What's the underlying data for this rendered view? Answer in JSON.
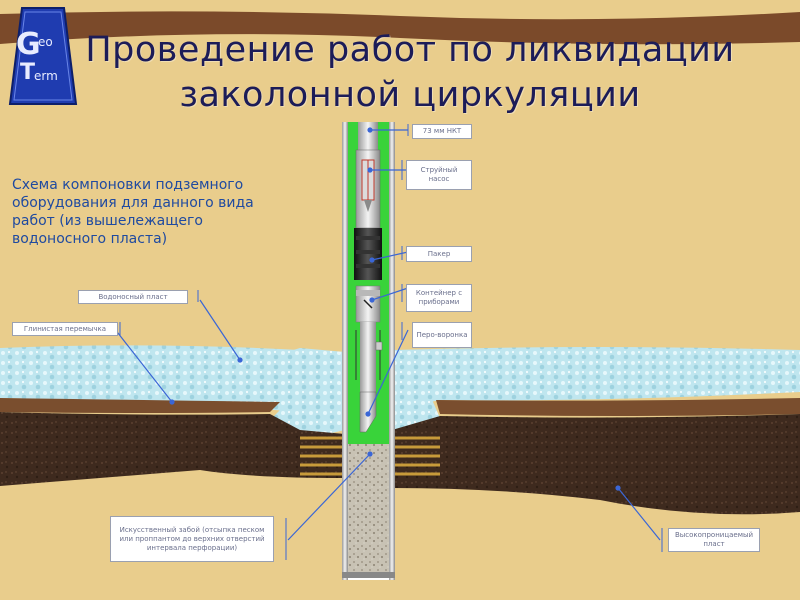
{
  "title": {
    "line1": "Проведение работ по ликвидации",
    "line2": "заколонной циркуляции"
  },
  "subtitle": "Схема компоновки подземного оборудования для данного вида работ (из вышележащего водоносного пласта)",
  "logo": {
    "text": "GeoTerm",
    "letters": [
      "G",
      "eo",
      "T",
      "erm"
    ]
  },
  "labels": {
    "tubing": "73 мм НКТ",
    "jet_pump": "Струйный насос",
    "packer": "Пакер",
    "container": "Контейнер с приборами",
    "funnel": "Перо-воронка",
    "aquifer": "Водоносный пласт",
    "clay_bridge": "Глинистая перемычка",
    "artificial_bottom": "Искусственный забой (отсыпка песком или проппантом до верхних отверстий интервала перфорации)",
    "high_perm_layer": "Высокопроницаемый пласт"
  },
  "colors": {
    "title": "#1c1c58",
    "subtitle": "#1f4aa0",
    "leader": "#3a66d6",
    "water": "#bfe6ef",
    "clay": "#7a4e2e",
    "formation": "#3e2a1e",
    "tubing_fluid": "#39d33a",
    "logo_bg": "#1f3cb0"
  }
}
